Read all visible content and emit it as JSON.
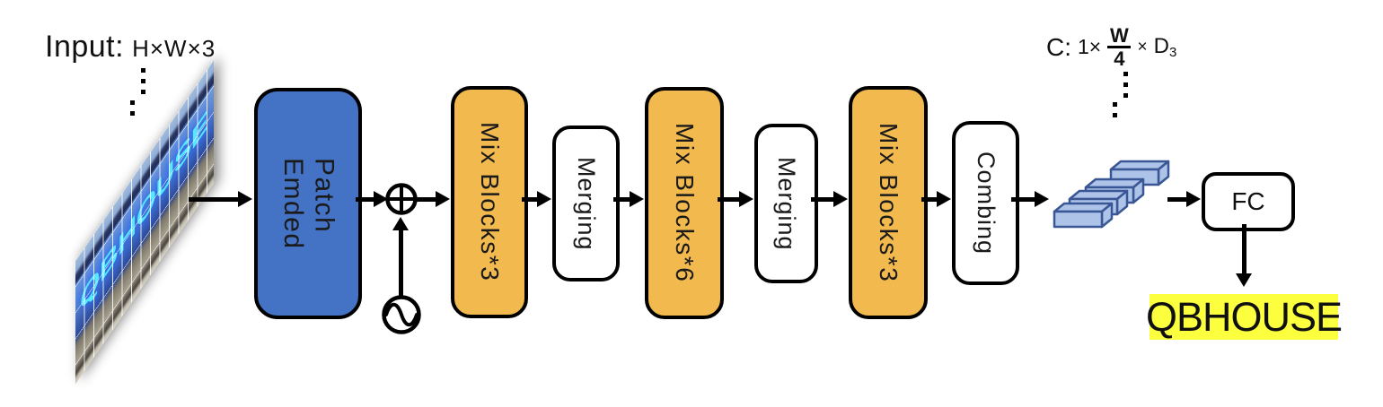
{
  "input": {
    "label": "Input:",
    "dims": "H×W×3",
    "sign_text": "QBHOUSE"
  },
  "pipeline": {
    "patch_embed_line1": "Patch",
    "patch_embed_line2": "Emded",
    "mix_blocks_1": "Mix Blocks*3",
    "merging_1": "Merging",
    "mix_blocks_2": "Mix Blocks*6",
    "merging_2": "Merging",
    "mix_blocks_3": "Mix Blocks*3",
    "combing": "Combing",
    "fc": "FC"
  },
  "feature_label": {
    "prefix": "C:",
    "factor": "1×",
    "numerator": "W",
    "denominator": "4",
    "times": "×",
    "dim": "D",
    "dim_subscript": "3"
  },
  "output": {
    "text": "QBHOUSE"
  },
  "icons": {
    "add_icon": "circled-plus",
    "positional_encoding_icon": "sine-wave-in-circle"
  },
  "colors": {
    "patch_embed_fill": "#4472C4",
    "mix_block_fill": "#F2B94E",
    "output_highlight": "#FBFF3D",
    "cube_fill": "#AEC3E8",
    "cube_stroke": "#3A5795",
    "sign_text_color": "#55E8FF"
  }
}
